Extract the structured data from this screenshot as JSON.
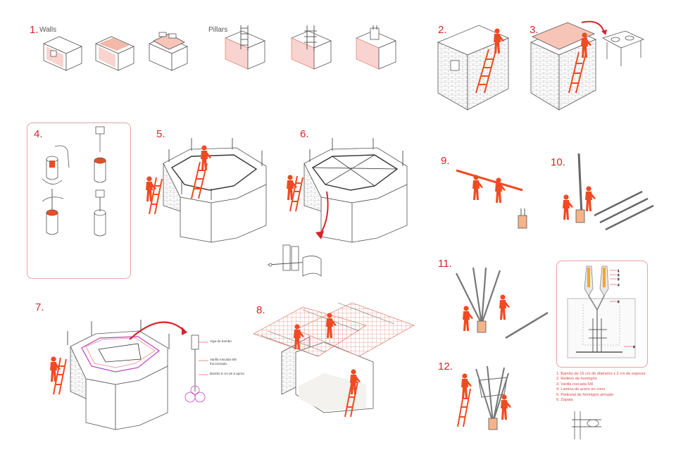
{
  "steps": {
    "s1": "1.",
    "s2": "2.",
    "s3": "3.",
    "s4": "4.",
    "s5": "5.",
    "s6": "6.",
    "s7": "7.",
    "s8": "8.",
    "s9": "9.",
    "s10": "10.",
    "s11": "11.",
    "s12": "12."
  },
  "labels": {
    "walls": "Walls",
    "pillars": "Pillars"
  },
  "callouts_7": {
    "a": "Viga de bambú",
    "b": "Varilla roscada 5/8",
    "c": "fraccionada",
    "d": "Bambú 6 cm de 6 aprox."
  },
  "detail_11_numbers": [
    "1",
    "2",
    "3",
    "4",
    "5",
    "6"
  ],
  "legend": [
    "1. Bambú de 16 cm de diámetro x 2 cm de espesor",
    "2. Relleno de hormigón",
    "3. Varilla roscada 5/8",
    "4. Lamina de acero en cono",
    "5. Pedestal de hormigón armado",
    "6. Zapata"
  ],
  "colors": {
    "accent": "#d8232a",
    "figure": "#f04a23",
    "line": "#555555",
    "pink_fill": "#f9d3cf",
    "magenta": "#c33fc3"
  }
}
